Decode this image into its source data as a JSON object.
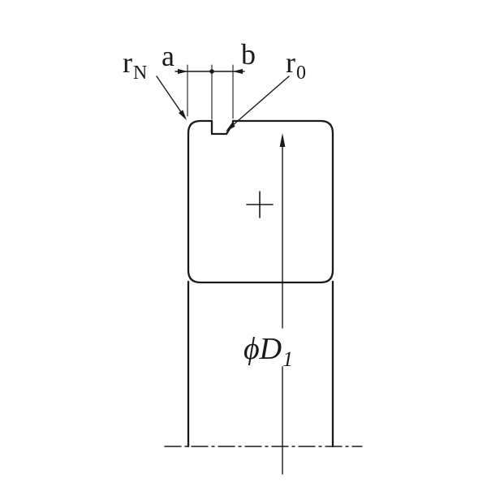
{
  "drawing": {
    "background": "#ffffff",
    "line_color": "#1a1a1a",
    "labels": {
      "r_n": {
        "base": "r",
        "sub": "N"
      },
      "dim_a": "a",
      "dim_b": "b",
      "r_0": {
        "base": "r",
        "sub": "0"
      },
      "phi_d1": {
        "base": "ϕD",
        "sub": "1"
      }
    }
  }
}
